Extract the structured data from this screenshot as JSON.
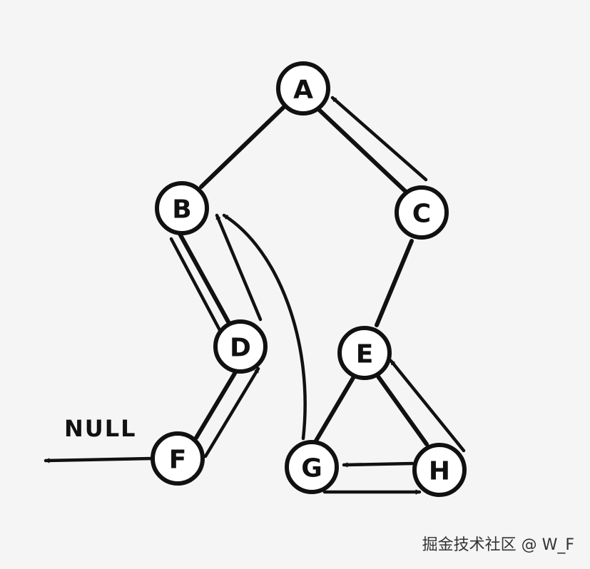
{
  "nodes": {
    "A": {
      "label": "A"
    },
    "B": {
      "label": "B"
    },
    "C": {
      "label": "C"
    },
    "D": {
      "label": "D"
    },
    "E": {
      "label": "E"
    },
    "F": {
      "label": "F"
    },
    "G": {
      "label": "G"
    },
    "H": {
      "label": "H"
    }
  },
  "tree_edges": [
    [
      "A",
      "B"
    ],
    [
      "A",
      "C"
    ],
    [
      "B",
      "D"
    ],
    [
      "C",
      "E"
    ],
    [
      "D",
      "F"
    ],
    [
      "E",
      "G"
    ],
    [
      "E",
      "H"
    ]
  ],
  "thread_arrows": [
    {
      "from": "C",
      "to": "A"
    },
    {
      "from": "B",
      "to": "D"
    },
    {
      "from": "D",
      "to": "B"
    },
    {
      "from": "F",
      "to": "D"
    },
    {
      "from": "G",
      "to": "B"
    },
    {
      "from": "H",
      "to": "E"
    },
    {
      "from": "H",
      "to": "G"
    },
    {
      "from": "G",
      "to": "H"
    },
    {
      "from": "F",
      "to": "NULL"
    }
  ],
  "null_label": "NULL",
  "watermark": "掘金技术社区 @ W_F",
  "colors": {
    "background": "#f5f5f5",
    "stroke": "#111111",
    "node_fill": "#ffffff"
  }
}
